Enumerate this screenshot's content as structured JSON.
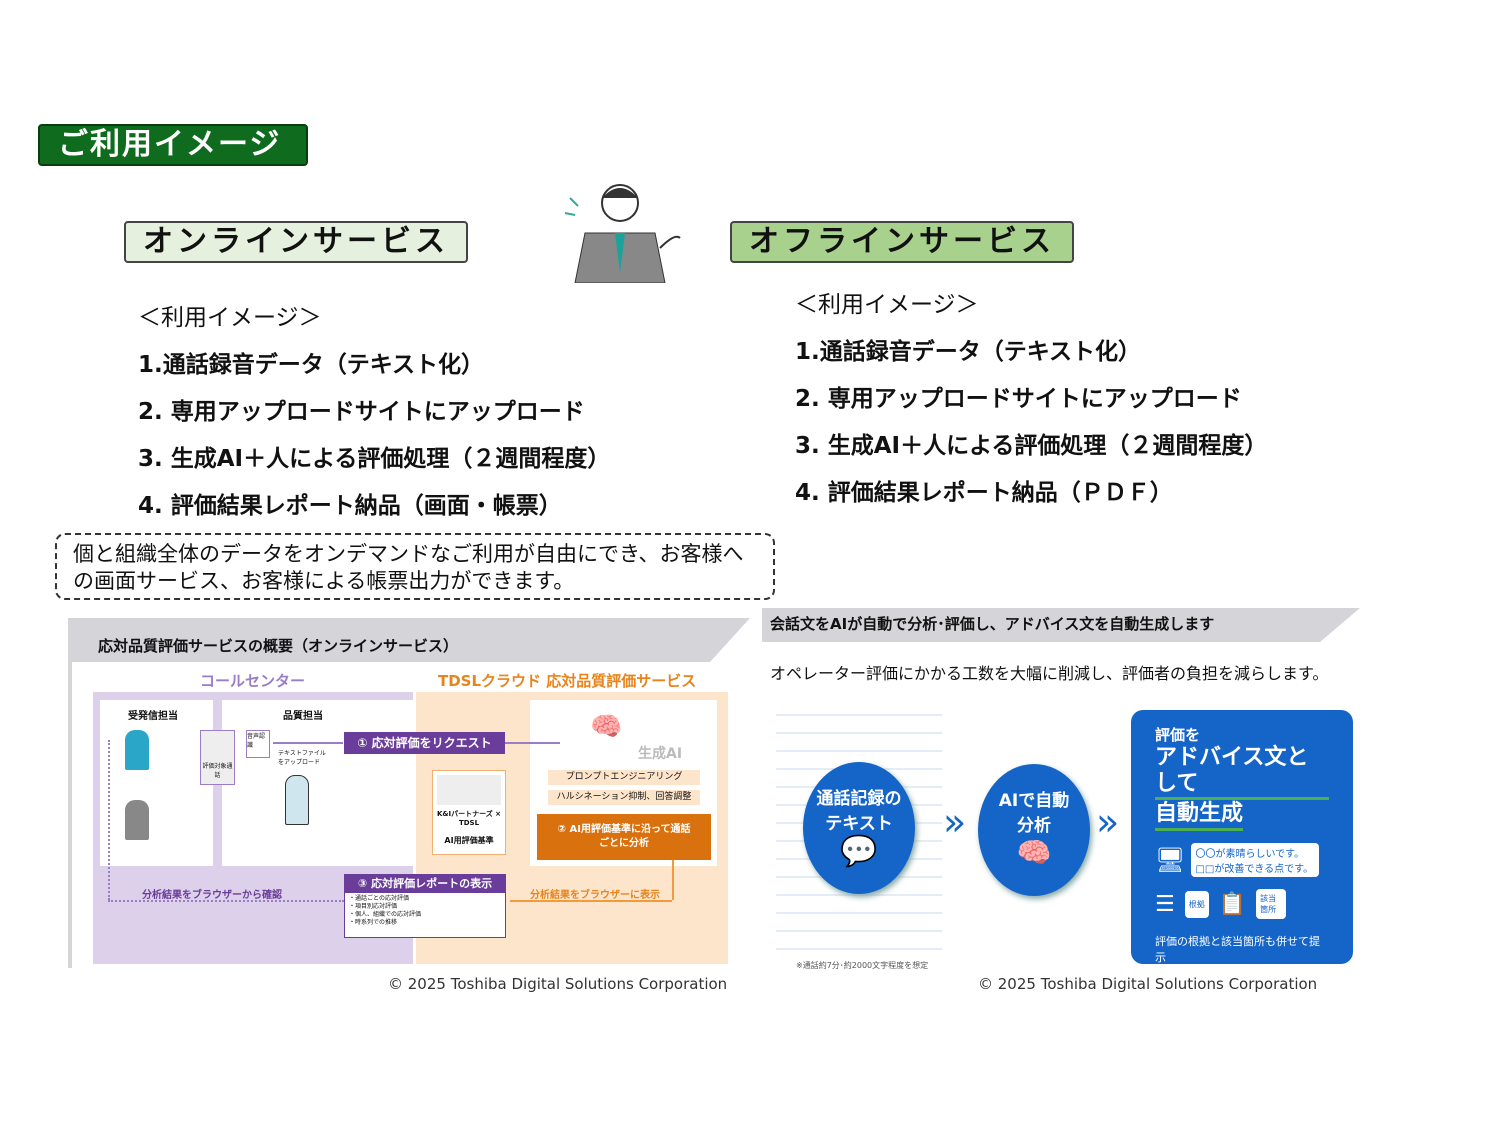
{
  "badge": "ご利用イメージ",
  "online": {
    "title": "オンラインサービス",
    "heading": "＜利用イメージ＞",
    "items": [
      "1.通話録音データ（テキスト化）",
      "2. 専用アップロードサイトにアップロード",
      "3. 生成AI＋人による評価処理（２週間程度）",
      "4. 評価結果レポート納品（画面・帳票）"
    ],
    "note": "個と組織全体のデータをオンデマンドなご利用が自由にでき、お客様への画面サービス、お客様による帳票出力ができます。"
  },
  "offline": {
    "title": "オフラインサービス",
    "heading": "＜利用イメージ＞",
    "items": [
      "1.通話録音データ（テキスト化）",
      "2. 専用アップロードサイトにアップロード",
      "3. 生成AI＋人による評価処理（２週間程度）",
      "4. 評価結果レポート納品（ＰＤＦ）"
    ]
  },
  "diagram_left": {
    "banner": "応対品質評価サービスの概要（オンラインサービス）",
    "call_center": "コールセンター",
    "cloud": "TDSLクラウド 応対品質評価サービス",
    "operator": "受発信担当",
    "quality": "品質担当",
    "speech": "音声認識",
    "target": "評価対象通話",
    "upload": "テキストファイルをアップロード",
    "step1": "① 応対評価をリクエスト",
    "genai": "生成AI",
    "prompt": "プロンプトエンジニアリング",
    "halluc": "ハルシネーション抑制、回答調整",
    "partners": "K&Iパートナーズ × TDSL",
    "criteria": "AI用評価基準",
    "step2": "② AI用評価基準に沿って通話ごとに分析",
    "step3": "③ 応対評価レポートの表示",
    "report_items": [
      "・通話ごとの応対評価",
      "・項目別応対評価",
      "・個人、組織での応対評価",
      "・時系列での推移"
    ],
    "browser_check": "分析結果をブラウザーから確認",
    "browser_show": "分析結果をブラウザーに表示",
    "copyright": "© 2025 Toshiba Digital Solutions Corporation"
  },
  "diagram_right": {
    "banner": "会話文をAIが自動で分析･評価し、アドバイス文を自動生成します",
    "subtitle": "オペレーター評価にかかる工数を大幅に削減し、評価者の負担を減らします。",
    "circle1": "通話記録のテキスト",
    "circle2": "AIで自動分析",
    "panel_l1": "評価を",
    "panel_l2": "アドバイス文として",
    "panel_l3": "自動生成",
    "bubble": "〇〇が素晴らしいです。□□が改善できる点です。",
    "basis": "根拠",
    "location": "該当箇所",
    "panel_foot": "評価の根拠と該当箇所も併せて提示",
    "footnote": "※通話約7分･約2000文字程度を想定",
    "copyright": "© 2025 Toshiba Digital Solutions Corporation"
  },
  "colors": {
    "green": "#0f6b1d",
    "purple": "#6a3d9a",
    "orange": "#d9710f",
    "blue": "#1565c8"
  }
}
